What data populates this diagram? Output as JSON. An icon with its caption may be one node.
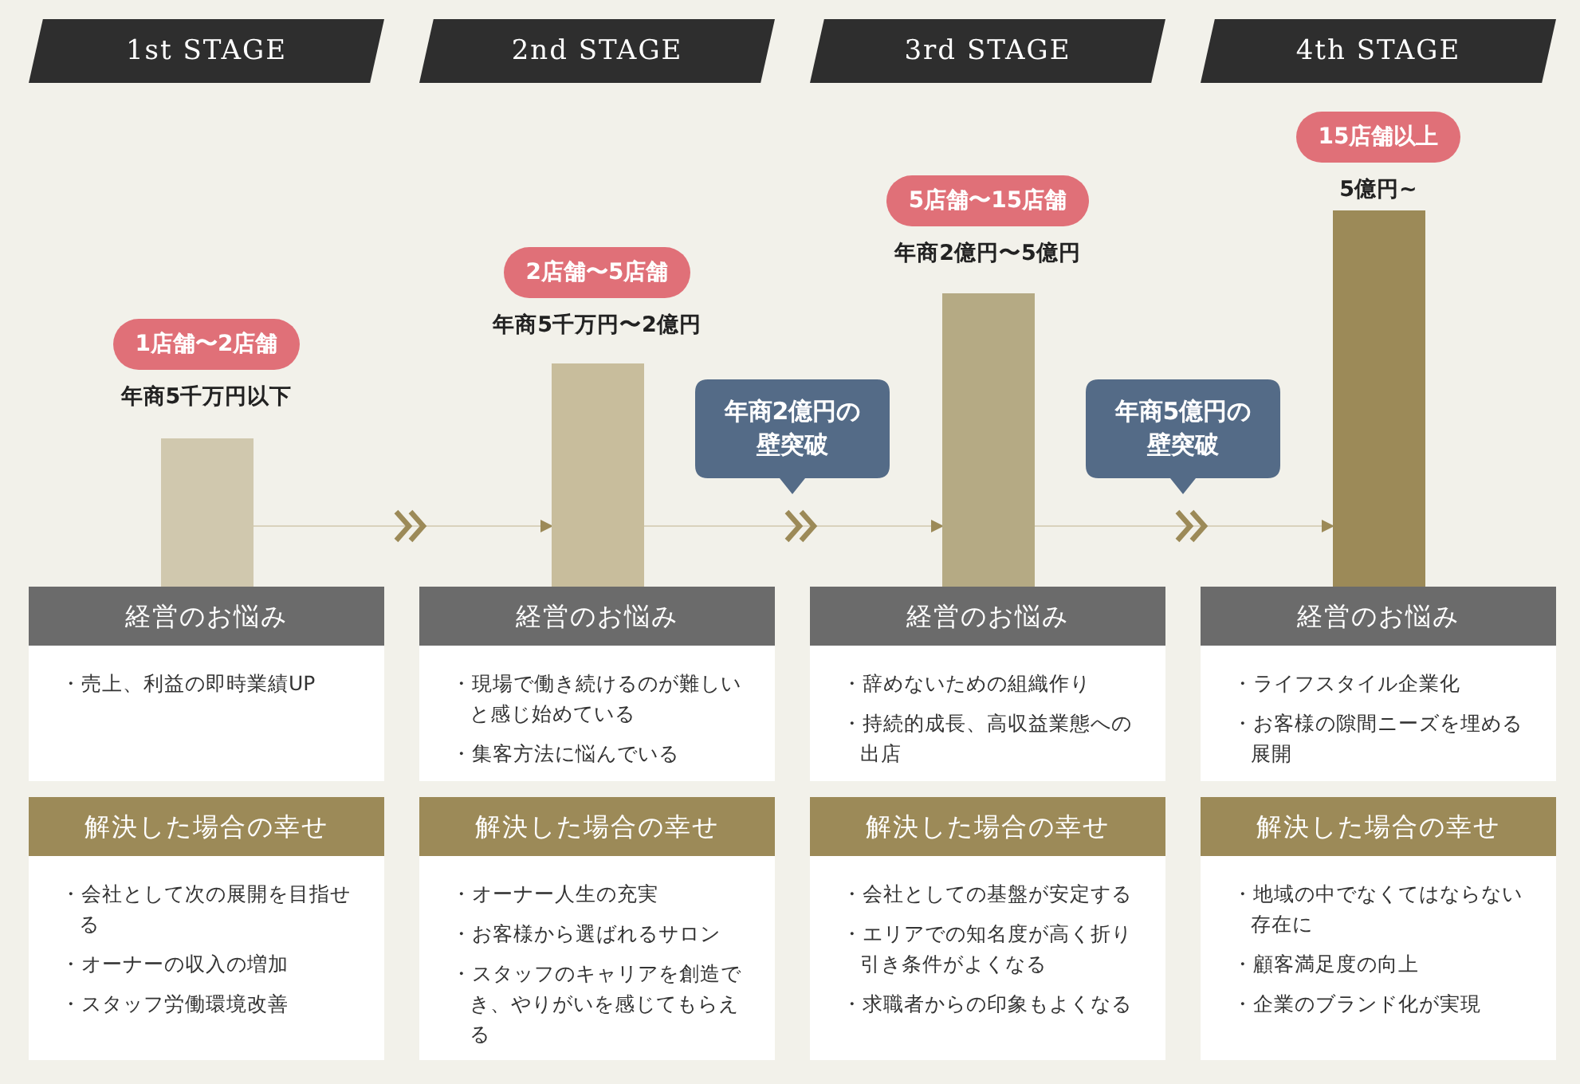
{
  "diagram": {
    "nodes": [
      {
        "text": [
          "1st STAGE"
        ]
      },
      {
        "text": [
          "1店舗〜2店舗"
        ],
        "beside": [
          "年商5千万円以下"
        ]
      },
      {
        "text": [],
        "shape": "bar"
      },
      {
        "text": [
          "経営のお悩み",
          "・売上、利益の即時業績UP"
        ]
      },
      {
        "text": [
          "解決した場合の幸せ",
          "・会社として次の展開を目指せる",
          "・オーナーの収入の増加",
          "・スタッフ労働環境改善"
        ]
      },
      {
        "text": [
          "2nd STAGE"
        ]
      },
      {
        "text": [
          "2店舗〜5店舗"
        ],
        "beside": [
          "年商5千万円〜2億円"
        ]
      },
      {
        "text": [],
        "shape": "bar"
      },
      {
        "text": [
          "経営のお悩み",
          "・現場で働き続けるのが難しいと感じ始めている",
          "・集客方法に悩んでいる"
        ]
      },
      {
        "text": [
          "解決した場合の幸せ",
          "・オーナー人生の充実",
          "・お客様から選ばれるサロン",
          "・スタッフのキャリアを創造でき、やりがいを感じてもらえる"
        ]
      },
      {
        "text": [
          "年商2億円の壁突破"
        ]
      },
      {
        "text": [
          "3rd STAGE"
        ]
      },
      {
        "text": [
          "5店舗〜15店舗"
        ],
        "beside": [
          "年商2億円〜5億円"
        ]
      },
      {
        "text": [],
        "shape": "bar"
      },
      {
        "text": [
          "経営のお悩み",
          "・辞めないための組織作り",
          "・持続的成長、高収益業態への出店"
        ]
      },
      {
        "text": [
          "解決した場合の幸せ",
          "・会社としての基盤が安定する",
          "・エリアでの知名度が高く折り引き条件がよくなる",
          "・求職者からの印象もよくなる"
        ]
      },
      {
        "text": [
          "年商5億円の壁突破"
        ]
      },
      {
        "text": [
          "4th STAGE"
        ]
      },
      {
        "text": [
          "15店舗以上"
        ],
        "beside": [
          "5億円~"
        ]
      },
      {
        "text": [],
        "shape": "bar"
      },
      {
        "text": [
          "経営のお悩み",
          "・ライフスタイル企業化",
          "・お客様の隙間ニーズを埋める展開"
        ]
      },
      {
        "text": [
          "解決した場合の幸せ",
          "・地域の中でなくてはならない存在に",
          "・顧客満足度の向上",
          "・企業のブランド化が実現"
        ]
      }
    ],
    "edges": [
      {
        "from": 2,
        "to": 7,
        "arrow": "to"
      },
      {
        "from": 7,
        "to": 13,
        "arrow": "to"
      },
      {
        "from": 13,
        "to": 19,
        "arrow": "to"
      }
    ]
  }
}
